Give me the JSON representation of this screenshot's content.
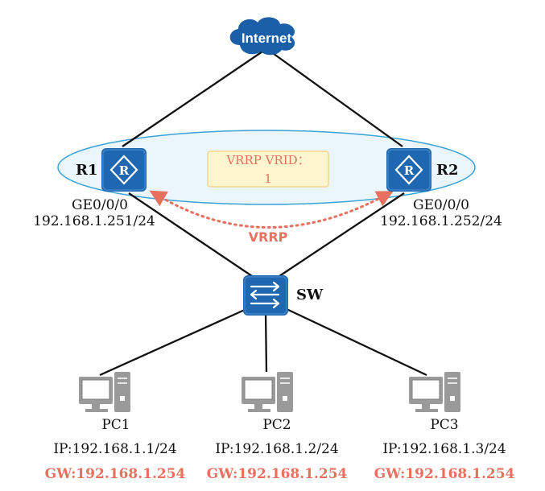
{
  "colors": {
    "accent_red": "#e8705f",
    "device_blue": "#1f67b1",
    "ellipse_stroke": "#3ba4d6",
    "ellipse_fill": "#eaf6fc",
    "box_fill": "#fff6cf",
    "box_stroke": "#f5cf78",
    "pc_gray": "#9a9a9a"
  },
  "cloud": {
    "label": "Internet",
    "icon": "cloud-icon"
  },
  "routers": [
    {
      "name": "R1",
      "interface": "GE0/0/0",
      "ip": "192.168.1.251/24",
      "icon": "router-icon"
    },
    {
      "name": "R2",
      "interface": "GE0/0/0",
      "ip": "192.168.1.252/24",
      "icon": "router-icon"
    }
  ],
  "vrrp": {
    "box_line1": "VRRP VRID：",
    "box_line2": "1",
    "link_label": "VRRP"
  },
  "switch": {
    "name": "SW",
    "icon": "switch-icon"
  },
  "pcs": [
    {
      "name": "PC1",
      "ip": "IP:192.168.1.1/24",
      "gw": "GW:192.168.1.254",
      "icon": "pc-icon"
    },
    {
      "name": "PC2",
      "ip": "IP:192.168.1.2/24",
      "gw": "GW:192.168.1.254",
      "icon": "pc-icon"
    },
    {
      "name": "PC3",
      "ip": "IP:192.168.1.3/24",
      "gw": "GW:192.168.1.254",
      "icon": "pc-icon"
    }
  ]
}
